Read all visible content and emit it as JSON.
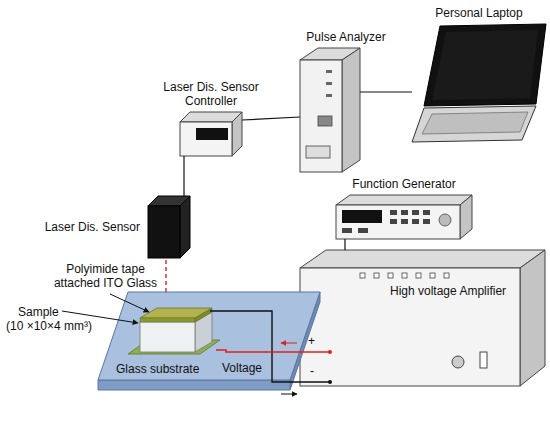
{
  "diagram": {
    "nodes": [
      {
        "text": [
          "Personal Laptop"
        ]
      },
      {
        "text": [
          "Pulse Analyzer"
        ]
      },
      {
        "text": [
          "Laser Dis. Sensor Controller"
        ]
      },
      {
        "text": [
          "Function Generator"
        ]
      },
      {
        "text": [
          "Laser Dis. Sensor"
        ]
      },
      {
        "text": [
          "High voltage Amplifier"
        ]
      },
      {
        "text": [
          "Glass substrate"
        ]
      }
    ],
    "edges": [
      {
        "from": 1,
        "to": 0,
        "arrow": "none"
      },
      {
        "from": 2,
        "to": 1,
        "arrow": "none"
      },
      {
        "from": 2,
        "to": 4,
        "arrow": "none"
      },
      {
        "from": 3,
        "to": 5,
        "arrow": "none"
      }
    ],
    "labels": [
      "Polyimide tape attached ITO Glass",
      "Sample",
      "(10 ×10×4 mm³)",
      "Voltage",
      "+",
      "-"
    ]
  }
}
